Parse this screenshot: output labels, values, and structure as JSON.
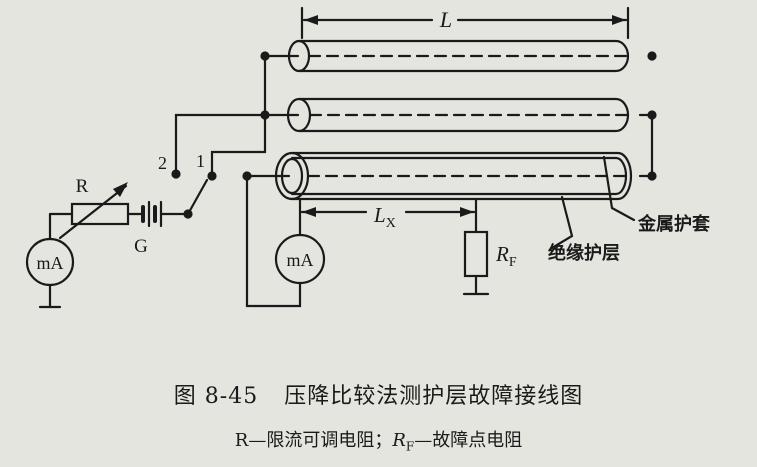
{
  "labels": {
    "length": "L",
    "lx_main": "L",
    "lx_sub": "X",
    "rf_main": "R",
    "rf_sub": "F",
    "resistor": "R",
    "battery": "G",
    "meter_left": "mA",
    "meter_right": "mA",
    "switch_pos_2": "2",
    "switch_pos_1": "1",
    "metal_sheath": "金属护套",
    "insulation": "绝缘护层"
  },
  "caption": {
    "figure_number": "图 8-45",
    "title": "压降比较法测护层故障接线图",
    "sub_r": "R—限流可调电阻；",
    "sub_rf_main": "R",
    "sub_rf_sub": "F",
    "sub_rf_desc": "—故障点电阻"
  }
}
